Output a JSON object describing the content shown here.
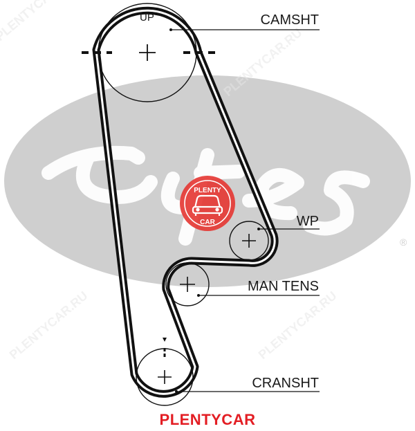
{
  "labels": {
    "up": "UP",
    "camshaft": "CAMSHT",
    "water_pump": "WP",
    "tensioner": "MAN TENS",
    "crankshaft": "CRANSHT"
  },
  "watermark": {
    "logo_top": "PLENTY",
    "logo_bottom": "CAR",
    "registered": "®",
    "logo_color": "#e53a35",
    "swoosh_color": "#cfcfcf"
  },
  "brand": {
    "text": "PLENTYCAR",
    "color": "#e31e24"
  }
}
